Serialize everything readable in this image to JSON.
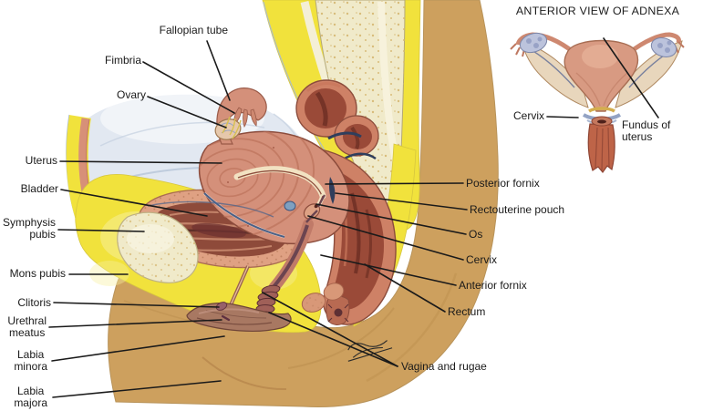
{
  "diagram": {
    "labels_left": [
      {
        "id": "fallopian-tube",
        "text": "Fallopian tube"
      },
      {
        "id": "fimbria",
        "text": "Fimbria"
      },
      {
        "id": "ovary",
        "text": "Ovary"
      },
      {
        "id": "uterus",
        "text": "Uterus"
      },
      {
        "id": "bladder",
        "text": "Bladder"
      },
      {
        "id": "symphysis-pubis",
        "text": "Symphysis\npubis"
      },
      {
        "id": "mons-pubis",
        "text": "Mons pubis"
      },
      {
        "id": "clitoris",
        "text": "Clitoris"
      },
      {
        "id": "urethral-meatus",
        "text": "Urethral\nmeatus"
      },
      {
        "id": "labia-minora",
        "text": "Labia\nminora"
      },
      {
        "id": "labia-majora",
        "text": "Labia\nmajora"
      }
    ],
    "labels_right": [
      {
        "id": "posterior-fornix",
        "text": "Posterior fornix"
      },
      {
        "id": "rectouterine-pouch",
        "text": "Rectouterine pouch"
      },
      {
        "id": "os",
        "text": "Os"
      },
      {
        "id": "cervix",
        "text": "Cervix"
      },
      {
        "id": "anterior-fornix",
        "text": "Anterior fornix"
      },
      {
        "id": "rectum",
        "text": "Rectum"
      },
      {
        "id": "vagina-and-rugae",
        "text": "Vagina and rugae"
      }
    ],
    "inset": {
      "title": "ANTERIOR VIEW OF ADNEXA",
      "labels": [
        {
          "id": "inset-cervix",
          "text": "Cervix"
        },
        {
          "id": "inset-fundus-of-uterus",
          "text": "Fundus of uterus"
        }
      ]
    },
    "palette": {
      "background": "#FFFFFF",
      "skin_tan": "#CDA05E",
      "fat_yellow": "#F1E23C",
      "bone_cream": "#F0EACA",
      "organ_salmon": "#CE8166",
      "bowel_dark_red": "#9A4A38",
      "peritoneal_blue": "#E2E8F1",
      "mucosa_purple": "#A87862",
      "ovary_blue_gray": "#BCC3DC",
      "leader_line": "#1A1A1A",
      "label_text": "#1A1A1A"
    }
  }
}
